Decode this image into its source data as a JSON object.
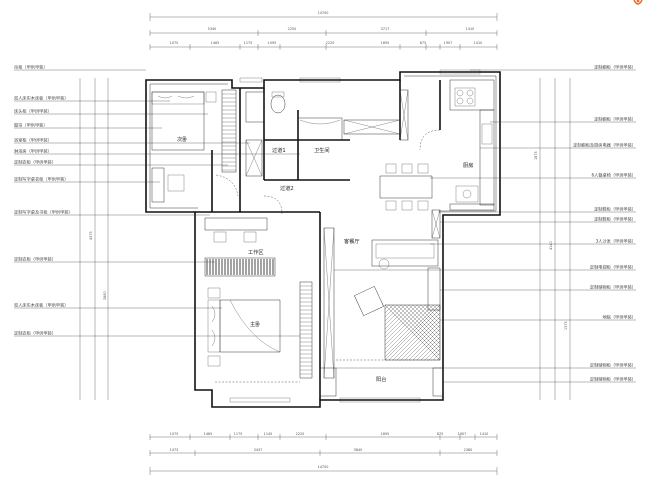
{
  "page": {
    "logo_icon": "brand-logo-icon",
    "accent_color": "#e8702a",
    "line_color": "#111111"
  },
  "dimensions": {
    "top_total": "14700",
    "top_row2": [
      "5340",
      "2250",
      "3717",
      "1410"
    ],
    "top_row3": [
      "1075",
      "1465",
      "1175",
      "1095",
      "2220",
      "1695",
      "875",
      "1907",
      "1410"
    ],
    "bottom_row1": [
      "1075",
      "1465",
      "1175",
      "1145",
      "2220",
      "1695",
      "875",
      "1907",
      "1410"
    ],
    "bottom_row2": [
      "1473",
      "3437",
      "3840",
      "2380"
    ],
    "bottom_total": "14700",
    "left_vertical": [
      "4375",
      "2880"
    ],
    "right_vertical": [
      "1875",
      "4140",
      "1375"
    ]
  },
  "rooms": {
    "second_bedroom": "次卧",
    "kitchen": "厨房",
    "bathroom": "卫生间",
    "hallway": "过道1",
    "corridor": "过道2",
    "dining_living": "客餐厅",
    "study": "工作区",
    "master_bedroom": "主卧",
    "balcony": "阳台"
  },
  "left_annotations": [
    "吊柜（甲供甲装）",
    "双人床实木床板（甲供甲装）",
    "床头柜（甲供甲装）",
    "窗帘（甲供甲装）",
    "浴室柜（甲供甲装）",
    "淋浴房（甲供甲装）",
    "定制衣柜（甲供甲装）",
    "定制写字桌衣柜（甲供甲装）",
    "定制写字桌及书柜（甲供甲装）",
    "定制衣柜（甲供甲装）",
    "双人床实木床板（甲供甲装）",
    "定制衣柜（甲供甲装）"
  ],
  "right_annotations": [
    "定制橱柜（甲供甲装）",
    "定制橱柜（甲供甲装）",
    "定制橱柜及厨房电器（甲供甲装）",
    "6人餐桌椅（甲供甲装）",
    "定制鞋柜（甲供甲装）",
    "定制鞋柜（甲供甲装）",
    "3人沙发（甲供甲装）",
    "定制电视柜（甲供甲装）",
    "定制储物柜（甲供甲装）",
    "地毯（甲供甲装）",
    "定制储物柜（甲供甲装）",
    "定制储物柜（甲供甲装）"
  ]
}
